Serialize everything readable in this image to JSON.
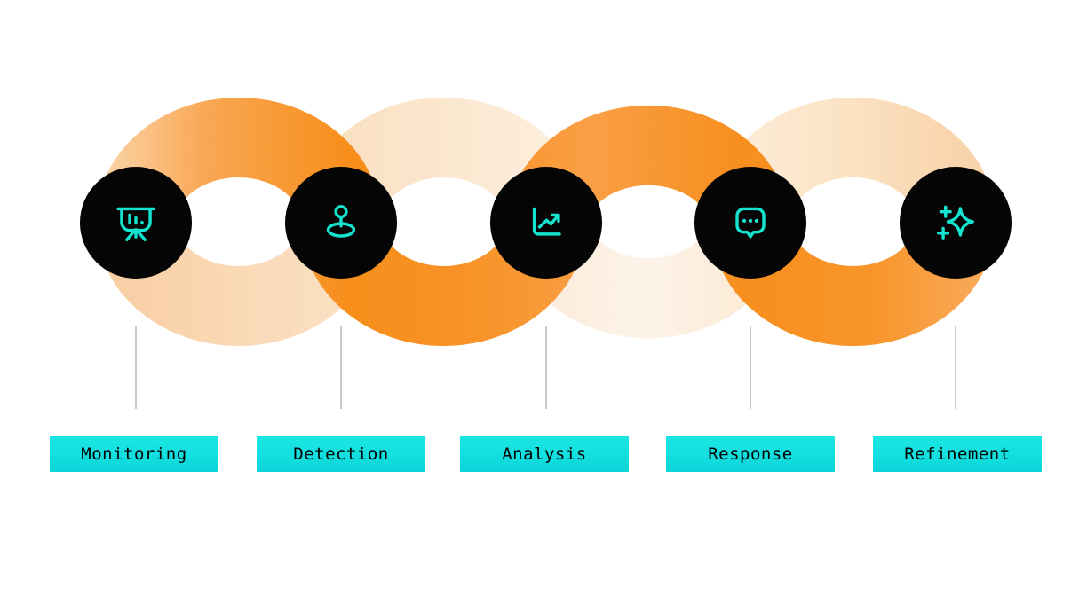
{
  "stages": [
    {
      "label": "Monitoring",
      "icon": "presentation-chart-icon"
    },
    {
      "label": "Detection",
      "icon": "location-pin-icon"
    },
    {
      "label": "Analysis",
      "icon": "trend-chart-icon"
    },
    {
      "label": "Response",
      "icon": "chat-bubble-icon"
    },
    {
      "label": "Refinement",
      "icon": "sparkle-icon"
    }
  ],
  "colors": {
    "ribbon_orange_deep": "#F78E1B",
    "ribbon_orange_light": "#FBD8AF",
    "ribbon_faded_peak": "#FDF3E9",
    "ribbon_faded_edge": "#F8CDA2",
    "node_background": "#050505",
    "icon_teal": "#14E4CF",
    "label_background": "#12DFE0",
    "label_text": "#000000",
    "connector_gray": "#C8C8C8",
    "page_background": "#FFFFFF"
  }
}
